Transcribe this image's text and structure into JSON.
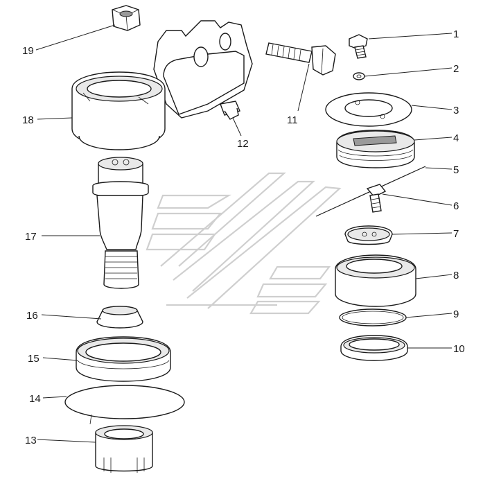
{
  "labels": {
    "p1": "1",
    "p2": "2",
    "p3": "3",
    "p4": "4",
    "p5": "5",
    "p6": "6",
    "p7": "7",
    "p8": "8",
    "p9": "9",
    "p10": "10",
    "p11": "11",
    "p12": "12",
    "p13": "13",
    "p14": "14",
    "p15": "15",
    "p16": "16",
    "p17": "17",
    "p18": "18",
    "p19": "19"
  }
}
